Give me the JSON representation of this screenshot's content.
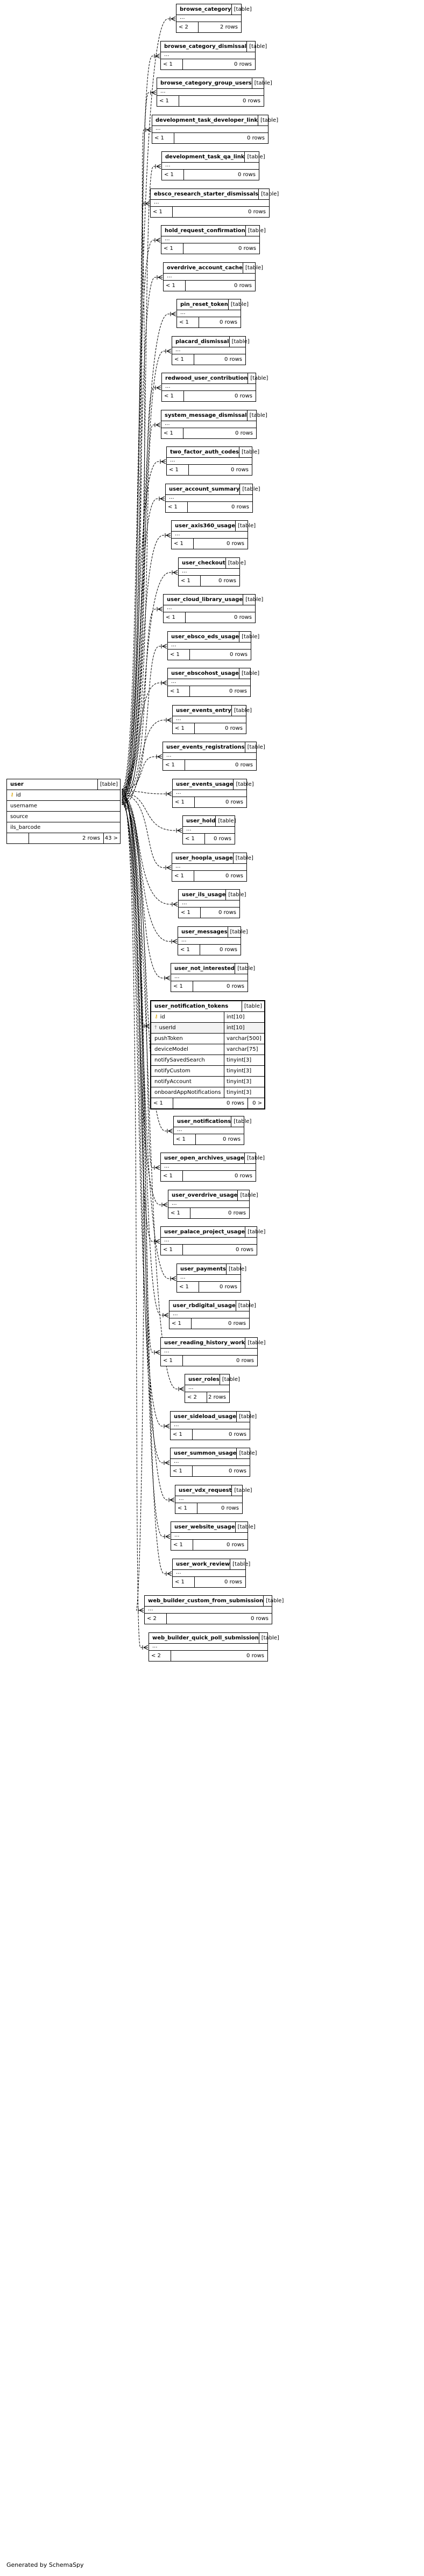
{
  "diagram": {
    "table_tag": "[table]",
    "ellipsis": "...",
    "credit": "Generated by SchemaSpy",
    "user": {
      "name": "user",
      "columns": [
        {
          "name": "id",
          "type": "",
          "icon": "primary-key-icon"
        },
        {
          "name": "username",
          "type": ""
        },
        {
          "name": "source",
          "type": ""
        },
        {
          "name": "ils_barcode",
          "type": ""
        }
      ],
      "rows": "2 rows",
      "children": "43 >"
    },
    "notification_tokens": {
      "name": "user_notification_tokens",
      "columns": [
        {
          "name": "id",
          "type": "int[10]",
          "icon": "primary-key-icon"
        },
        {
          "name": "userId",
          "type": "int[10]",
          "icon": "foreign-key-icon"
        },
        {
          "name": "pushToken",
          "type": "varchar[500]"
        },
        {
          "name": "deviceModel",
          "type": "varchar[75]"
        },
        {
          "name": "notifySavedSearch",
          "type": "tinyint[3]"
        },
        {
          "name": "notifyCustom",
          "type": "tinyint[3]"
        },
        {
          "name": "notifyAccount",
          "type": "tinyint[3]"
        },
        {
          "name": "onboardAppNotifications",
          "type": "tinyint[3]"
        }
      ],
      "parents": "< 1",
      "rows": "0 rows",
      "children": "0 >"
    },
    "tables": [
      {
        "name": "browse_category",
        "parents": "< 2",
        "rows": "2 rows"
      },
      {
        "name": "browse_category_dismissal",
        "parents": "< 1",
        "rows": "0 rows"
      },
      {
        "name": "browse_category_group_users",
        "parents": "< 1",
        "rows": "0 rows"
      },
      {
        "name": "development_task_developer_link",
        "parents": "< 1",
        "rows": "0 rows"
      },
      {
        "name": "development_task_qa_link",
        "parents": "< 1",
        "rows": "0 rows"
      },
      {
        "name": "ebsco_research_starter_dismissals",
        "parents": "< 1",
        "rows": "0 rows"
      },
      {
        "name": "hold_request_confirmation",
        "parents": "< 1",
        "rows": "0 rows"
      },
      {
        "name": "overdrive_account_cache",
        "parents": "< 1",
        "rows": "0 rows"
      },
      {
        "name": "pin_reset_token",
        "parents": "< 1",
        "rows": "0 rows"
      },
      {
        "name": "placard_dismissal",
        "parents": "< 1",
        "rows": "0 rows"
      },
      {
        "name": "redwood_user_contribution",
        "parents": "< 1",
        "rows": "0 rows"
      },
      {
        "name": "system_message_dismissal",
        "parents": "< 1",
        "rows": "0 rows"
      },
      {
        "name": "two_factor_auth_codes",
        "parents": "< 1",
        "rows": "0 rows"
      },
      {
        "name": "user_account_summary",
        "parents": "< 1",
        "rows": "0 rows"
      },
      {
        "name": "user_axis360_usage",
        "parents": "< 1",
        "rows": "0 rows"
      },
      {
        "name": "user_checkout",
        "parents": "< 1",
        "rows": "0 rows"
      },
      {
        "name": "user_cloud_library_usage",
        "parents": "< 1",
        "rows": "0 rows"
      },
      {
        "name": "user_ebsco_eds_usage",
        "parents": "< 1",
        "rows": "0 rows"
      },
      {
        "name": "user_ebscohost_usage",
        "parents": "< 1",
        "rows": "0 rows"
      },
      {
        "name": "user_events_entry",
        "parents": "< 1",
        "rows": "0 rows"
      },
      {
        "name": "user_events_registrations",
        "parents": "< 1",
        "rows": "0 rows"
      },
      {
        "name": "user_events_usage",
        "parents": "< 1",
        "rows": "0 rows"
      },
      {
        "name": "user_hold",
        "parents": "< 1",
        "rows": "0 rows"
      },
      {
        "name": "user_hoopla_usage",
        "parents": "< 1",
        "rows": "0 rows"
      },
      {
        "name": "user_ils_usage",
        "parents": "< 1",
        "rows": "0 rows"
      },
      {
        "name": "user_messages",
        "parents": "< 1",
        "rows": "0 rows"
      },
      {
        "name": "user_not_interested",
        "parents": "< 1",
        "rows": "0 rows"
      },
      {
        "name": "user_notifications",
        "parents": "< 1",
        "rows": "0 rows"
      },
      {
        "name": "user_open_archives_usage",
        "parents": "< 1",
        "rows": "0 rows"
      },
      {
        "name": "user_overdrive_usage",
        "parents": "< 1",
        "rows": "0 rows"
      },
      {
        "name": "user_palace_project_usage",
        "parents": "< 1",
        "rows": "0 rows"
      },
      {
        "name": "user_payments",
        "parents": "< 1",
        "rows": "0 rows"
      },
      {
        "name": "user_rbdigital_usage",
        "parents": "< 1",
        "rows": "0 rows"
      },
      {
        "name": "user_reading_history_work",
        "parents": "< 1",
        "rows": "0 rows"
      },
      {
        "name": "user_roles",
        "parents": "< 2",
        "rows": "2 rows"
      },
      {
        "name": "user_sideload_usage",
        "parents": "< 1",
        "rows": "0 rows"
      },
      {
        "name": "user_summon_usage",
        "parents": "< 1",
        "rows": "0 rows"
      },
      {
        "name": "user_vdx_request",
        "parents": "< 1",
        "rows": "0 rows"
      },
      {
        "name": "user_website_usage",
        "parents": "< 1",
        "rows": "0 rows"
      },
      {
        "name": "user_work_review",
        "parents": "< 1",
        "rows": "0 rows"
      },
      {
        "name": "web_builder_custom_from_submission",
        "parents": "< 2",
        "rows": "0 rows"
      },
      {
        "name": "web_builder_quick_poll_submission",
        "parents": "< 2",
        "rows": "0 rows"
      }
    ]
  }
}
